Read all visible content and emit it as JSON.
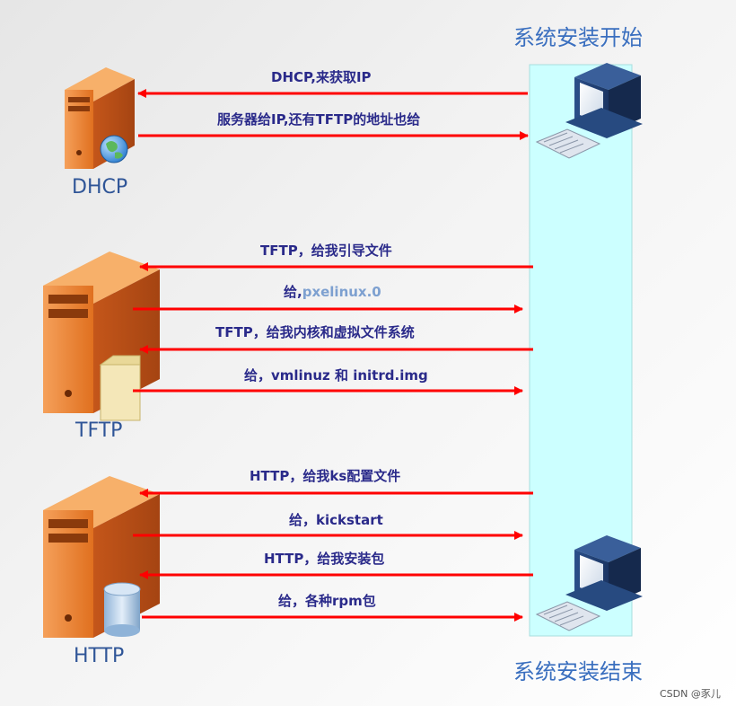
{
  "titles": {
    "start": "系统安装开始",
    "end": "系统安装结束"
  },
  "servers": {
    "dhcp": "DHCP",
    "tftp": "TFTP",
    "http": "HTTP"
  },
  "messages": {
    "dhcp_1": "DHCP,来获取IP",
    "dhcp_2": "服务器给IP,还有TFTP的地址也给",
    "tftp_1": "TFTP，给我引导文件",
    "tftp_2_prefix": "给,",
    "tftp_2_file": "pxelinux.0",
    "tftp_3": "TFTP，给我内核和虚拟文件系统",
    "tftp_4": "给，vmlinuz 和 initrd.img",
    "http_1": "HTTP，给我ks配置文件",
    "http_2": "给，kickstart",
    "http_3": "HTTP，给我安装包",
    "http_4": "给，各种rpm包"
  },
  "footer": "CSDN @豕儿",
  "colors": {
    "arrow": "#ff0000",
    "column": "#ccffff",
    "server_orange": "#e9782a",
    "title_blue": "#3a6fbf",
    "message_text": "#2a2a8a"
  }
}
